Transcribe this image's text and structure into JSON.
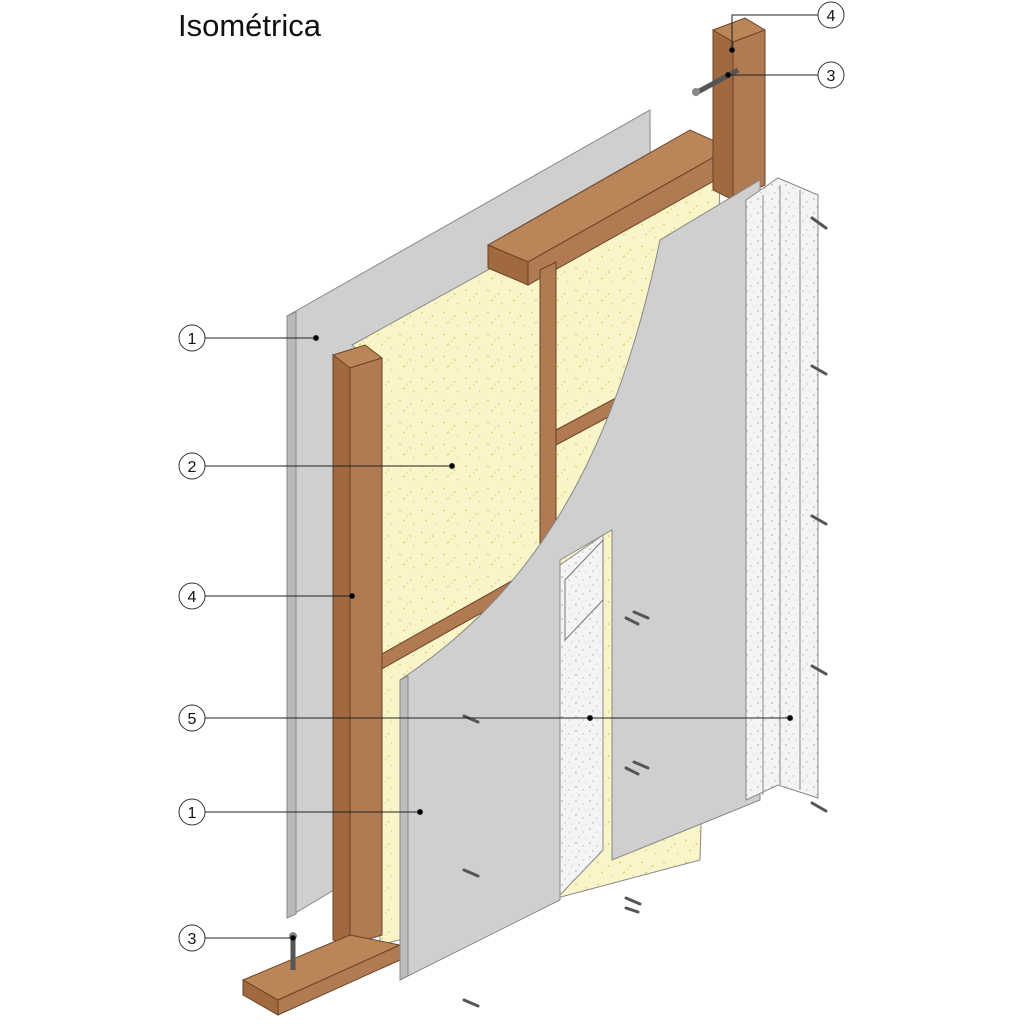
{
  "title": "Isométrica",
  "colors": {
    "wood": "#b07a52",
    "wood_dark": "#8f5d3a",
    "insulation": "#faf5c8",
    "board": "#cfcfcf",
    "board_edge": "#8c8c8c",
    "finish": "#f2f2f2",
    "line": "#333333"
  },
  "callouts": [
    {
      "id": "callout-1-top",
      "label": "1",
      "target": "back-gypsum-board"
    },
    {
      "id": "callout-2",
      "label": "2",
      "target": "insulation"
    },
    {
      "id": "callout-4-left",
      "label": "4",
      "target": "wood-stud"
    },
    {
      "id": "callout-5",
      "label": "5",
      "target": "joint-compound-finish"
    },
    {
      "id": "callout-1-bottom",
      "label": "1",
      "target": "front-gypsum-board"
    },
    {
      "id": "callout-3-bottom",
      "label": "3",
      "target": "anchor-bolt-bottom"
    },
    {
      "id": "callout-4-top",
      "label": "4",
      "target": "wood-post-top"
    },
    {
      "id": "callout-3-top",
      "label": "3",
      "target": "anchor-bolt-top"
    }
  ]
}
